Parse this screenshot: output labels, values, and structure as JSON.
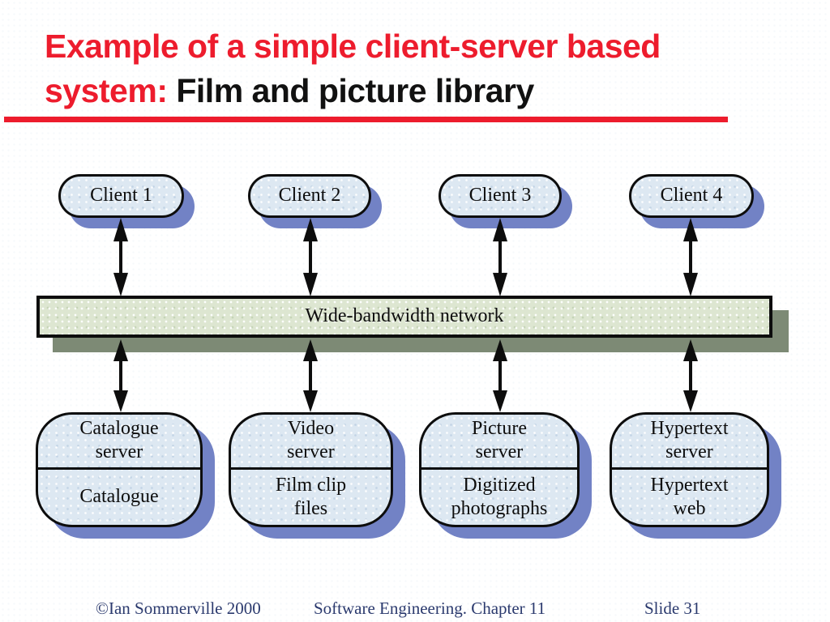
{
  "slide": {
    "title": {
      "line1": "Example of a simple client-server based",
      "line2_red": "system:",
      "line2_black": " Film and picture library"
    },
    "diagram": {
      "clients": [
        {
          "label": "Client 1"
        },
        {
          "label": "Client 2"
        },
        {
          "label": "Client 3"
        },
        {
          "label": "Client 4"
        }
      ],
      "network": {
        "label": "Wide-bandwidth network"
      },
      "servers": [
        {
          "top": "Catalogue\nserver",
          "bottom": "Catalogue"
        },
        {
          "top": "Video\nserver",
          "bottom": "Film clip\nfiles"
        },
        {
          "top": "Picture\nserver",
          "bottom": "Digitized\nphotographs"
        },
        {
          "top": "Hypertext\nserver",
          "bottom": "Hypertext\nweb"
        }
      ]
    },
    "footer": {
      "copyright": "©Ian Sommerville 2000",
      "center": "Software Engineering. Chapter 11",
      "slide_number": "Slide 31"
    },
    "colors": {
      "title_red": "#ed1c2d",
      "node_fill": "#dde8f2",
      "node_shadow_blue": "#7282c5",
      "network_fill": "#dde6d1",
      "network_shadow_green": "#7d8a75",
      "outline_black": "#0d0d0d",
      "footer_navy": "#2b3a6e"
    }
  }
}
